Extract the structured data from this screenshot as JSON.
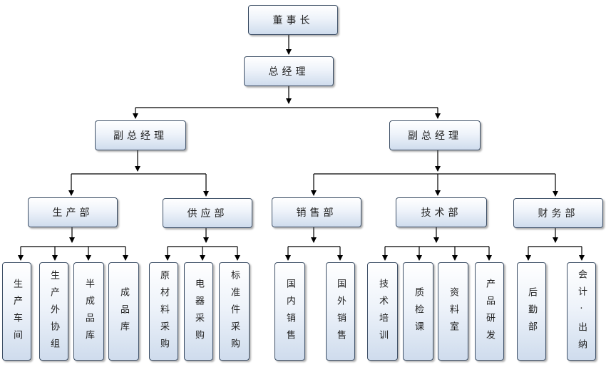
{
  "chairman": "董事长",
  "gm": "总经理",
  "vp_left": "副总经理",
  "vp_right": "副总经理",
  "departments": {
    "production": "生产部",
    "supply": "供应部",
    "sales": "销售部",
    "tech": "技术部",
    "finance": "财务部"
  },
  "units": {
    "production": [
      "生产车间",
      "生产外协组",
      "半成品库",
      "成品库"
    ],
    "supply": [
      "原材料采购",
      "电器采购",
      "标准件采购"
    ],
    "sales": [
      "国内销售",
      "国外销售"
    ],
    "tech": [
      "技术培训",
      "质检课",
      "资料室",
      "产品研发"
    ],
    "finance": [
      "后勤部",
      "会计·出纳"
    ]
  },
  "colors": {
    "line": "#000000",
    "border": "#3d4f66",
    "box_bottom": "#cfdced"
  }
}
